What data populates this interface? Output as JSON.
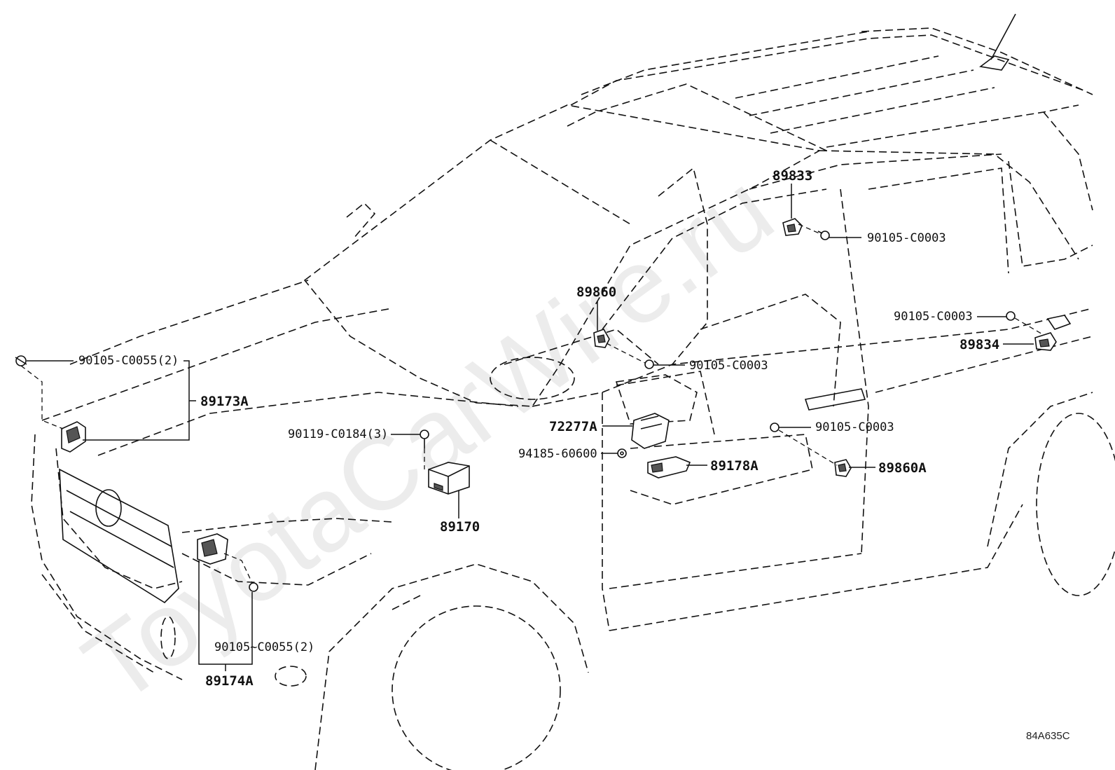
{
  "watermark": "ToyotaCarWire.ru",
  "figure_ref": "84A635C",
  "parts": {
    "p89833": "89833",
    "p90105_c0003_roof": "90105-C0003",
    "p89860": "89860",
    "p90105_c0003_rear": "90105-C0003",
    "p89834": "89834",
    "p90105_c0055_left": "90105-C0055(2)",
    "p89173a": "89173A",
    "p90105_c0003_center": "90105-C0003",
    "p90119_c0184": "90119-C0184(3)",
    "p72277a": "72277A",
    "p90105_c0003_door": "90105-C0003",
    "p94185_60600": "94185-60600",
    "p89178a": "89178A",
    "p89860a": "89860A",
    "p89170": "89170",
    "p90105_c0055_right": "90105~C0055(2)",
    "p89174a": "89174A"
  }
}
